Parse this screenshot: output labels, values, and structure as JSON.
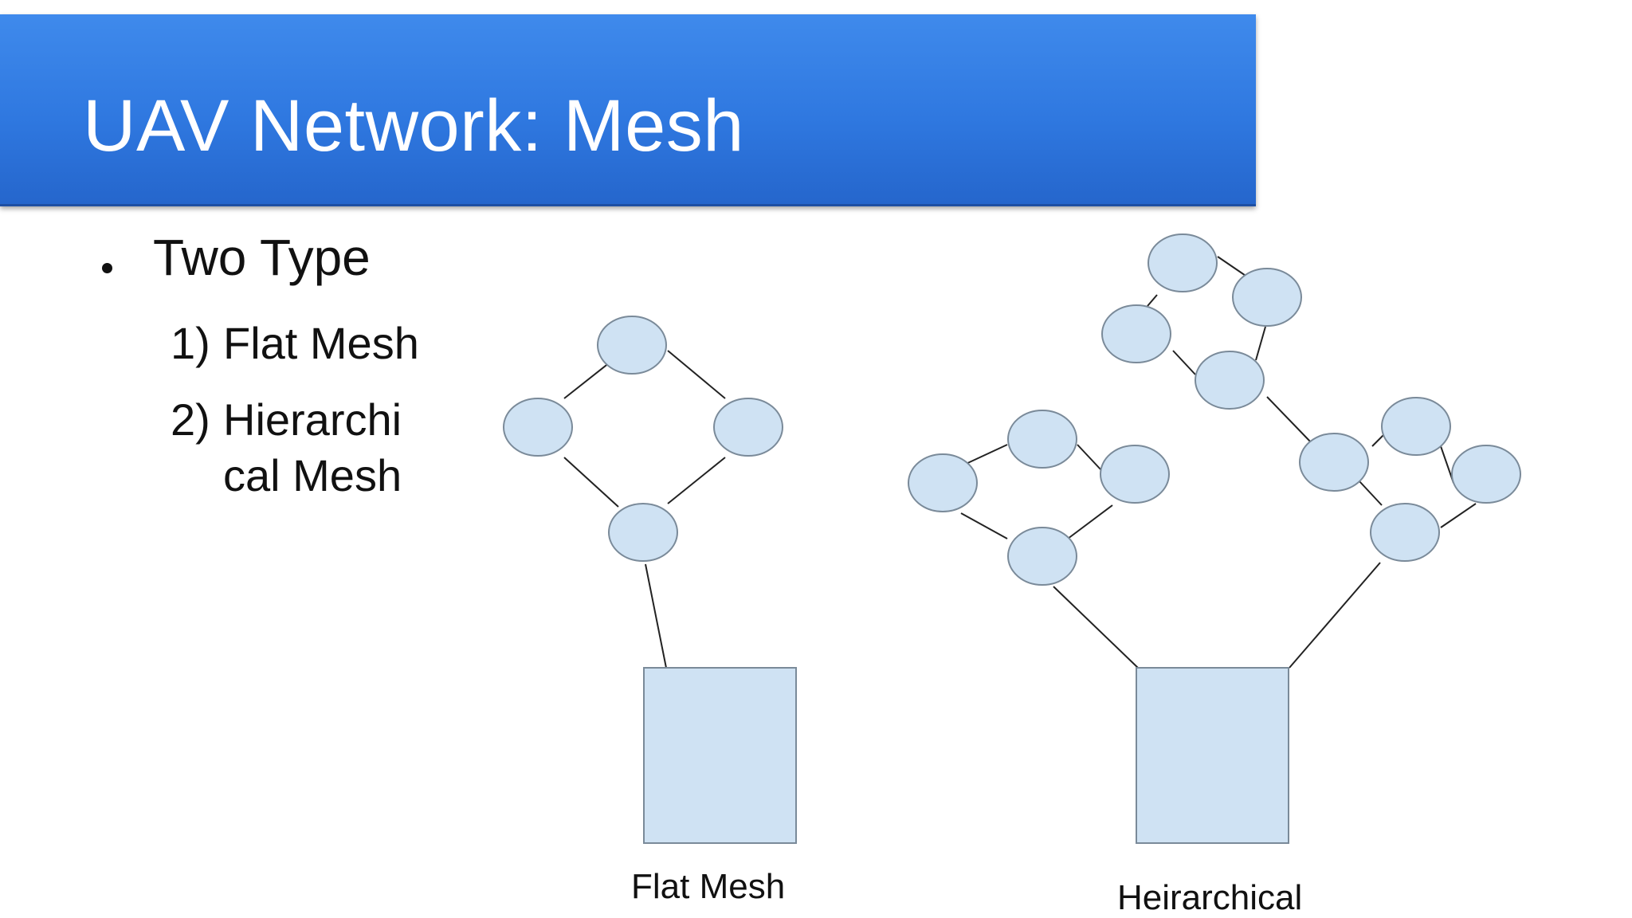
{
  "slide": {
    "title": "UAV Network: Mesh",
    "bullet": "Two Type",
    "items": [
      {
        "num": "1)",
        "text_line1": "Flat Mesh",
        "text_line2": ""
      },
      {
        "num": "2)",
        "text_line1": "Hierarchi",
        "text_line2": "cal Mesh"
      }
    ]
  },
  "diagram": {
    "flat_caption": "Flat Mesh",
    "hier_caption": "Heirarchical"
  },
  "colors": {
    "title_bar": "#2f78e0",
    "node_fill": "#cfe2f3",
    "node_stroke": "#7a8a99"
  }
}
